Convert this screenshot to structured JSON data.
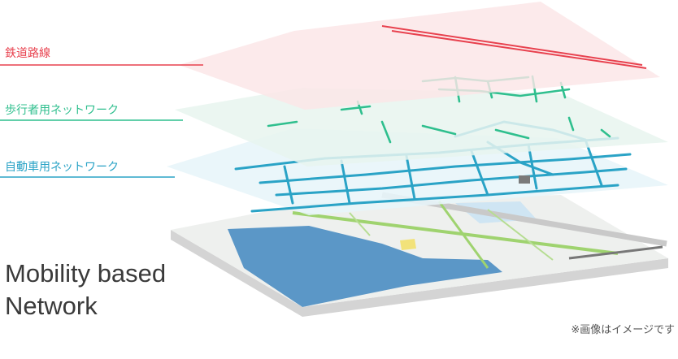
{
  "layers": [
    {
      "label": "鉄道路線",
      "color": "#e8414e"
    },
    {
      "label": "歩行者用ネットワーク",
      "color": "#2fbf8e"
    },
    {
      "label": "自動車用ネットワーク",
      "color": "#2aa3c6"
    }
  ],
  "map_colors": {
    "water": "#5b97c7",
    "ground": "#eef0ee",
    "road": "#9fd36f",
    "rail": "#c9c9c9"
  },
  "title": {
    "line1": "Mobility based",
    "line2": "Network"
  },
  "note": "※画像はイメージです"
}
